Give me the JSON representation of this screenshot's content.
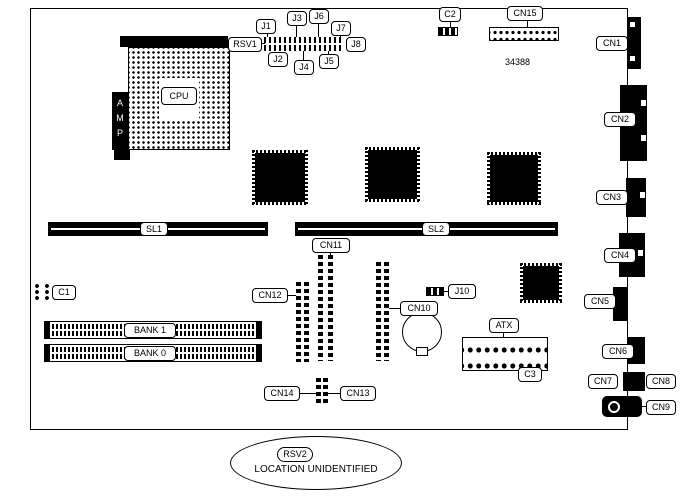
{
  "colors": {
    "line": "#000000",
    "background": "#ffffff"
  },
  "labels": {
    "cpu": "CPU",
    "amp": "AMP",
    "rsv1": "RSV1",
    "rsv2": "RSV2",
    "location_note": "LOCATION UNIDENTIFIED",
    "part_number": "34388",
    "j1": "J1",
    "j2": "J2",
    "j3": "J3",
    "j4": "J4",
    "j5": "J5",
    "j6": "J6",
    "j7": "J7",
    "j8": "J8",
    "j10": "J10",
    "c1": "C1",
    "c2": "C2",
    "c3": "C3",
    "cn1": "CN1",
    "cn2": "CN2",
    "cn3": "CN3",
    "cn4": "CN4",
    "cn5": "CN5",
    "cn6": "CN6",
    "cn7": "CN7",
    "cn8": "CN8",
    "cn9": "CN9",
    "cn10": "CN10",
    "cn11": "CN11",
    "cn12": "CN12",
    "cn13": "CN13",
    "cn14": "CN14",
    "cn15": "CN15",
    "sl1": "SL1",
    "sl2": "SL2",
    "bank0": "BANK 0",
    "bank1": "BANK 1",
    "atx": "ATX"
  }
}
